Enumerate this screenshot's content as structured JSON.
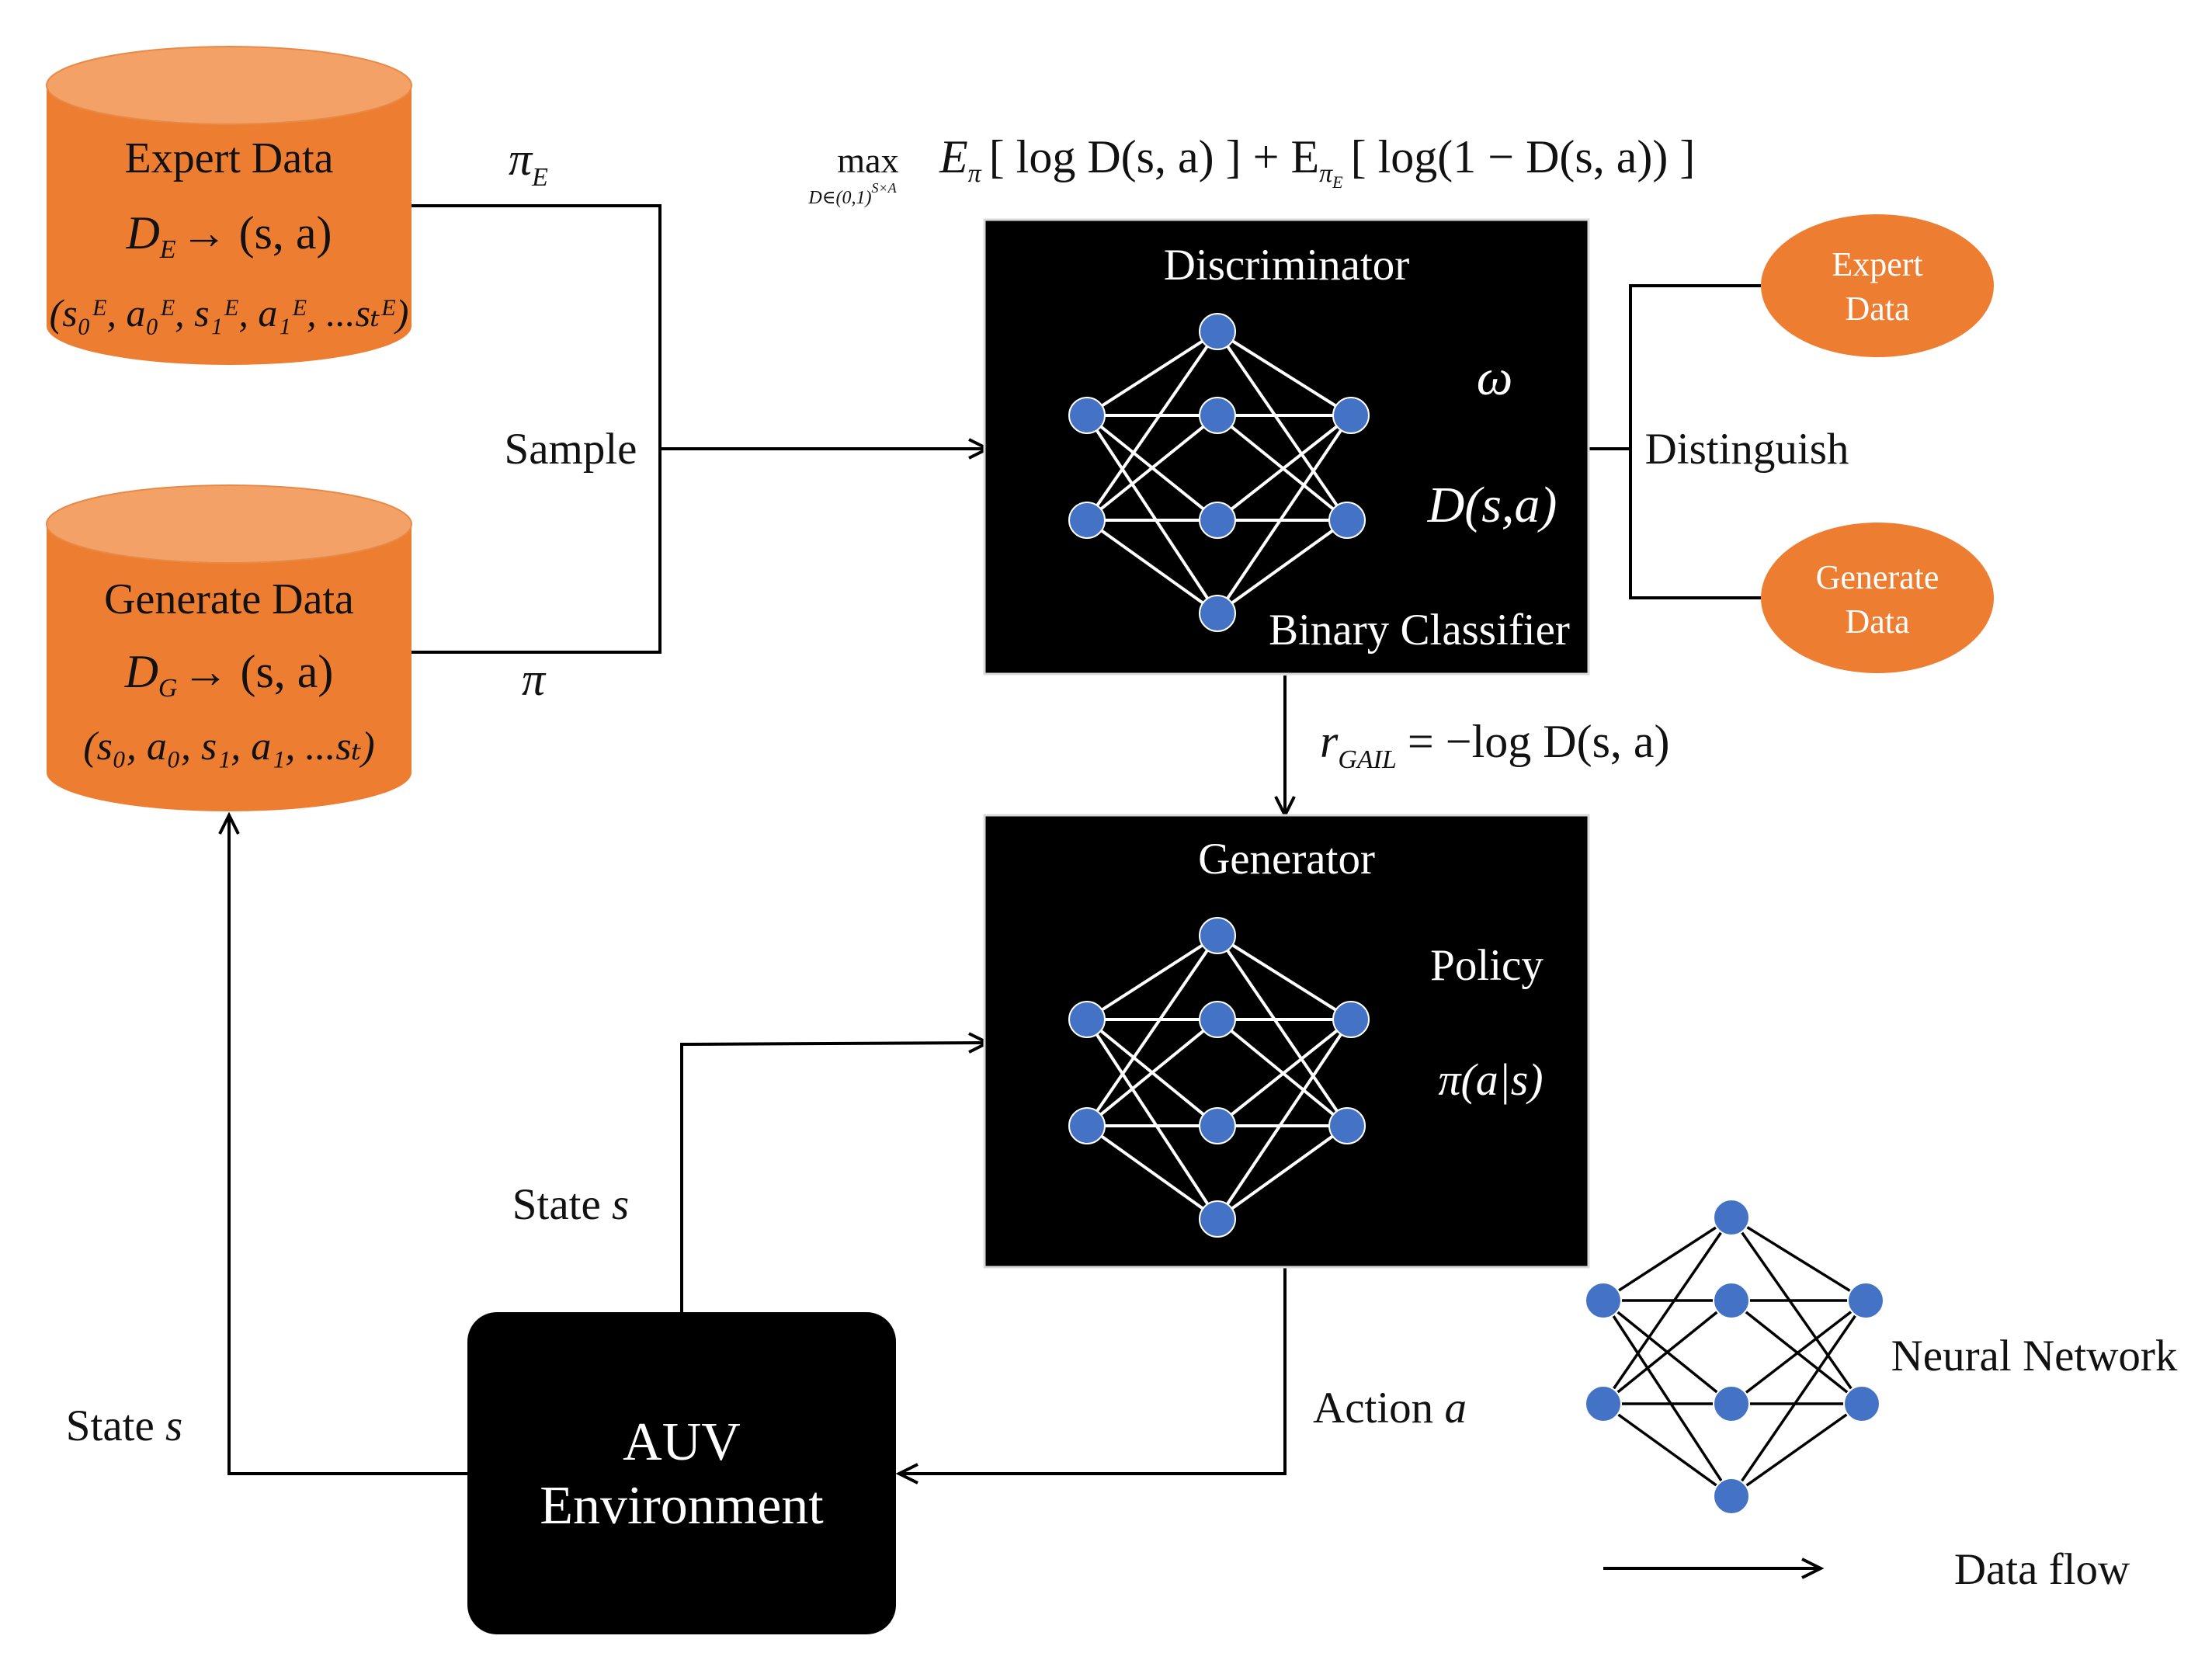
{
  "expert_cylinder": {
    "title": "Expert Data",
    "D": "D",
    "D_sub": "E",
    "arrow_sa": "→ (s, a)",
    "trajectory": "(s₀ᴱ, a₀ᴱ, s₁ᴱ, a₁ᴱ, ...sₜᴱ)"
  },
  "generate_cylinder": {
    "title": "Generate Data",
    "D": "D",
    "D_sub": "G",
    "arrow_sa": "→ (s, a)",
    "trajectory": "(s₀, a₀, s₁, a₁, ...sₜ)"
  },
  "labels": {
    "pi_E": "π",
    "pi_E_sub": "E",
    "pi": "π",
    "sample": "Sample",
    "distinguish": "Distinguish",
    "state_s_upper": "State",
    "state_s_left": "State",
    "s_var": "s",
    "action": "Action",
    "a_var": "a",
    "neural_network": "Neural Network",
    "data_flow": "Data flow"
  },
  "objective": {
    "max": "max",
    "max_sub": "D∈(0,1)",
    "max_sup": "S×A",
    "body": "E",
    "sub_pi": "π",
    "term1": "[ log D(s, a) ] + E",
    "sub_piE": "π",
    "sub_piE_sub": "E",
    "term2": "[ log(1 − D(s, a)) ]"
  },
  "reward": {
    "r": "r",
    "r_sub": "GAIL",
    "rhs": "= −log D(s, a)"
  },
  "discriminator": {
    "title": "Discriminator",
    "omega": "ω",
    "dsa": "D(s,a)",
    "caption": "Binary Classifier"
  },
  "generator": {
    "title": "Generator",
    "policy": "Policy",
    "pi_as": "π(a|s)"
  },
  "expert_ellipse": {
    "line1": "Expert",
    "line2": "Data"
  },
  "generate_ellipse": {
    "line1": "Generate",
    "line2": "Data"
  },
  "environment": {
    "line1": "AUV",
    "line2": "Environment"
  },
  "colors": {
    "orange": "#ed7d31",
    "node_blue": "#4472c4",
    "panel_black": "#000000"
  }
}
